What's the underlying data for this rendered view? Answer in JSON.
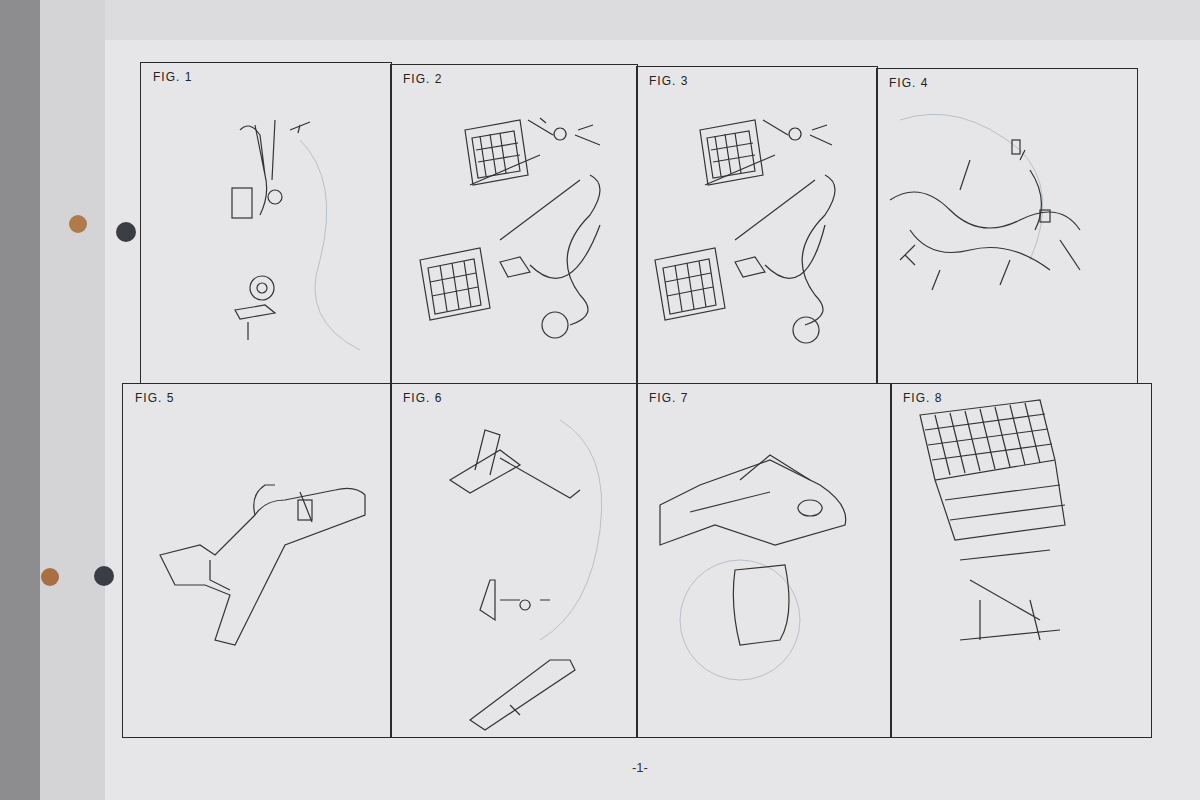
{
  "diagram": {
    "nodes": [
      {
        "text": [
          "FIG. 1"
        ]
      },
      {
        "text": [
          "FIG. 2"
        ]
      },
      {
        "text": [
          "FIG. 3"
        ]
      },
      {
        "text": [
          "FIG. 4"
        ]
      },
      {
        "text": [
          "FIG. 5"
        ]
      },
      {
        "text": [
          "FIG. 6"
        ]
      },
      {
        "text": [
          "FIG. 7"
        ]
      },
      {
        "text": [
          "FIG. 8"
        ]
      }
    ],
    "labels": [
      "-1-"
    ]
  }
}
